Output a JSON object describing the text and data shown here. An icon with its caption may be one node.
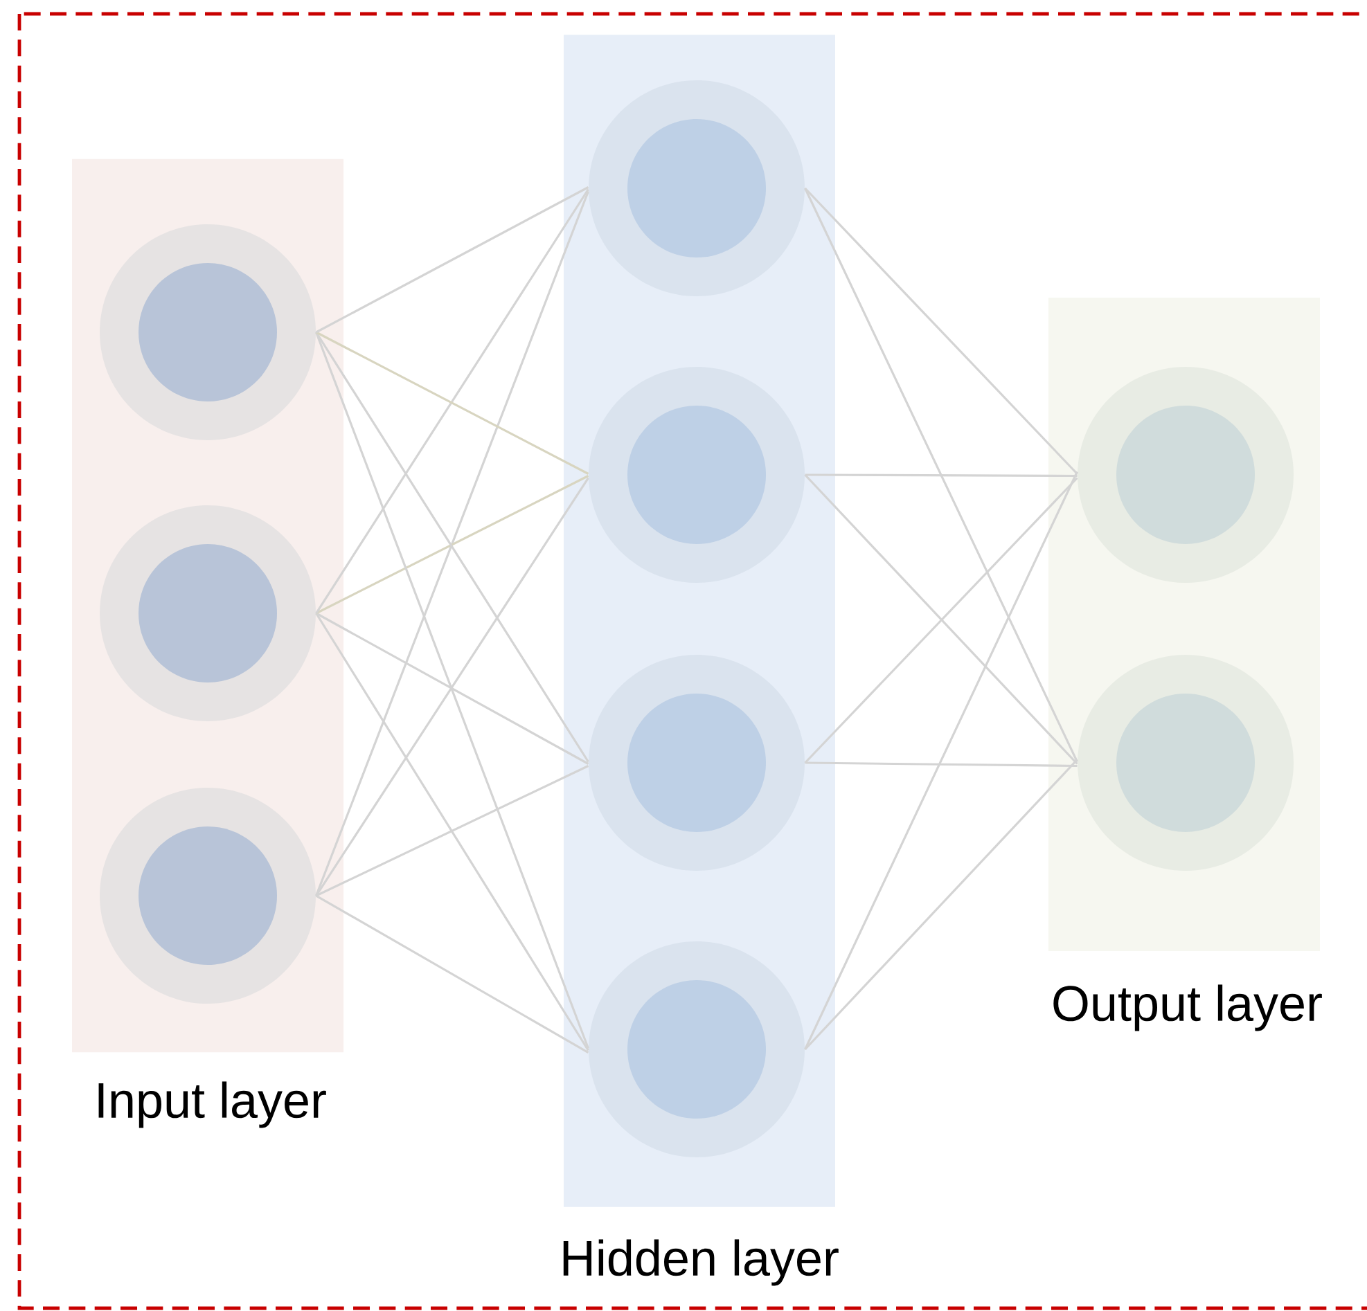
{
  "diagram": {
    "nodes": [
      {
        "text": [
          "Input layer"
        ]
      },
      {
        "text": [],
        "shape": "circle",
        "in": 0
      },
      {
        "text": [],
        "shape": "circle",
        "in": 0
      },
      {
        "text": [],
        "shape": "circle",
        "in": 0
      },
      {
        "text": [
          "Hidden layer"
        ]
      },
      {
        "text": [],
        "shape": "circle",
        "in": 4
      },
      {
        "text": [],
        "shape": "circle",
        "in": 4
      },
      {
        "text": [],
        "shape": "circle",
        "in": 4
      },
      {
        "text": [],
        "shape": "circle",
        "in": 4
      },
      {
        "text": [
          "Output layer"
        ]
      },
      {
        "text": [],
        "shape": "circle",
        "in": 9
      },
      {
        "text": [],
        "shape": "circle",
        "in": 9
      }
    ],
    "edges": [
      {
        "from": 1,
        "to": 5,
        "arrow": "none"
      },
      {
        "from": 1,
        "to": 6,
        "arrow": "none",
        "color": "#d8d5c0"
      },
      {
        "from": 1,
        "to": 7,
        "arrow": "none"
      },
      {
        "from": 1,
        "to": 8,
        "arrow": "none"
      },
      {
        "from": 2,
        "to": 5,
        "arrow": "none"
      },
      {
        "from": 2,
        "to": 6,
        "arrow": "none",
        "color": "#d8d5c0"
      },
      {
        "from": 2,
        "to": 7,
        "arrow": "none"
      },
      {
        "from": 2,
        "to": 8,
        "arrow": "none"
      },
      {
        "from": 3,
        "to": 5,
        "arrow": "none"
      },
      {
        "from": 3,
        "to": 6,
        "arrow": "none"
      },
      {
        "from": 3,
        "to": 7,
        "arrow": "none"
      },
      {
        "from": 3,
        "to": 8,
        "arrow": "none"
      },
      {
        "from": 5,
        "to": 10,
        "arrow": "none"
      },
      {
        "from": 5,
        "to": 11,
        "arrow": "none"
      },
      {
        "from": 6,
        "to": 10,
        "arrow": "none"
      },
      {
        "from": 6,
        "to": 11,
        "arrow": "none"
      },
      {
        "from": 7,
        "to": 10,
        "arrow": "none"
      },
      {
        "from": 7,
        "to": 11,
        "arrow": "none"
      },
      {
        "from": 8,
        "to": 10,
        "arrow": "none"
      },
      {
        "from": 8,
        "to": 11,
        "arrow": "none"
      }
    ]
  }
}
